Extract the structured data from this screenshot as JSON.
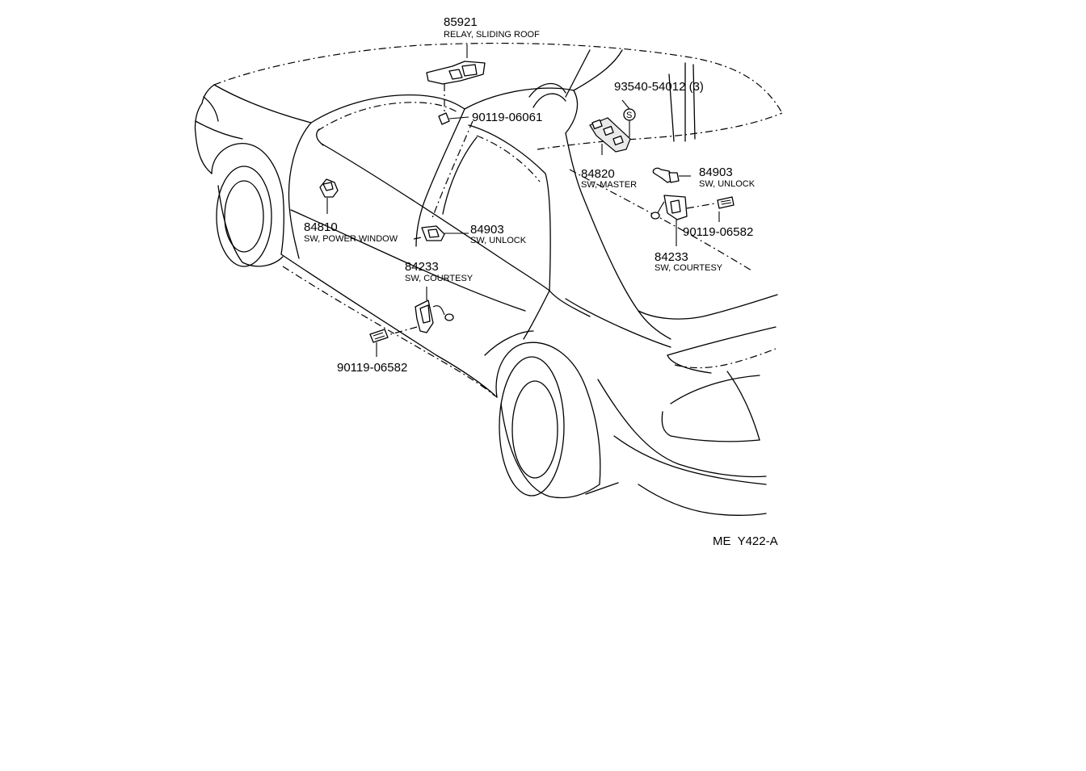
{
  "diagram_code": "ME  Y422-A",
  "callouts": {
    "relay_sliding_roof": {
      "part_no": "85921",
      "desc": "RELAY, SLIDING ROOF"
    },
    "screw_upper": {
      "part_no": "90119-06061"
    },
    "clip_qty": {
      "part_no": "93540-54012  (3)",
      "symbol": "S"
    },
    "sw_master": {
      "part_no": "84820",
      "desc": "SW, MASTER"
    },
    "sw_unlock_rear": {
      "part_no": "84903",
      "desc": "SW, UNLOCK"
    },
    "bolt_rear": {
      "part_no": "90119-06582"
    },
    "sw_courtesy_rear": {
      "part_no": "84233",
      "desc": "SW, COURTESY"
    },
    "sw_power_window": {
      "part_no": "84810",
      "desc": "SW, POWER WINDOW"
    },
    "sw_unlock_front": {
      "part_no": "84903",
      "desc": "SW, UNLOCK"
    },
    "sw_courtesy_front": {
      "part_no": "84233",
      "desc": "SW, COURTESY"
    },
    "bolt_front": {
      "part_no": "90119-06582"
    }
  }
}
